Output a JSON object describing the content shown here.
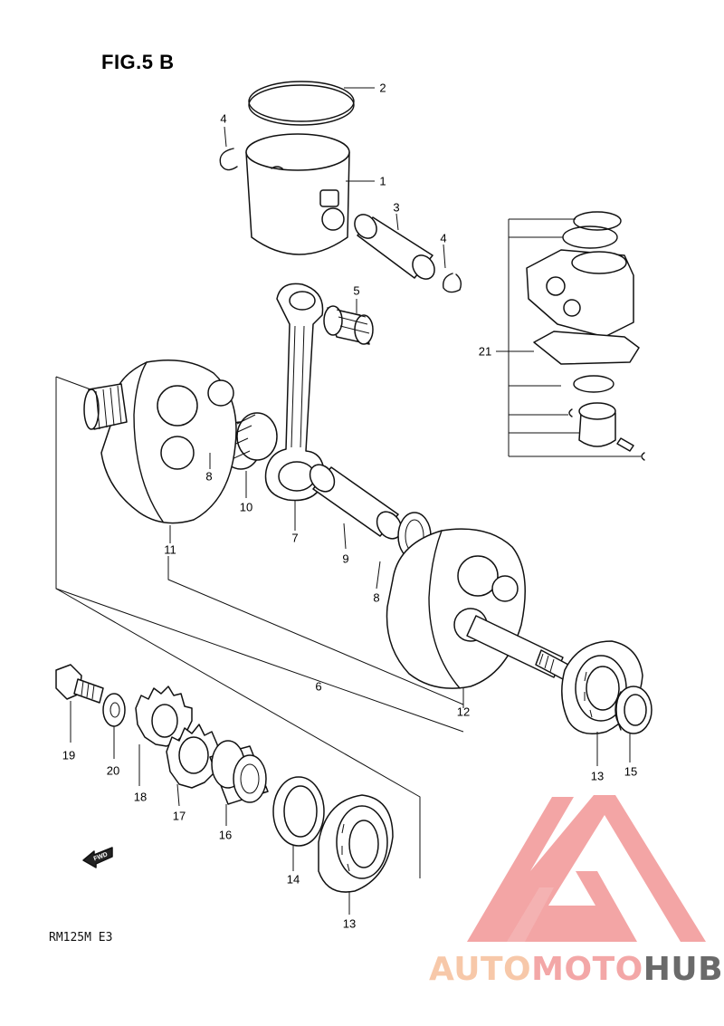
{
  "figure": {
    "title": "FIG.5 B",
    "model": "RM125M E3"
  },
  "callouts": [
    {
      "id": "c2",
      "text": "2"
    },
    {
      "id": "c4a",
      "text": "4"
    },
    {
      "id": "c1",
      "text": "1"
    },
    {
      "id": "c3",
      "text": "3"
    },
    {
      "id": "c4b",
      "text": "4"
    },
    {
      "id": "c5",
      "text": "5"
    },
    {
      "id": "c21",
      "text": "21"
    },
    {
      "id": "c8a",
      "text": "8"
    },
    {
      "id": "c10",
      "text": "10"
    },
    {
      "id": "c7",
      "text": "7"
    },
    {
      "id": "c11",
      "text": "11"
    },
    {
      "id": "c9",
      "text": "9"
    },
    {
      "id": "c8b",
      "text": "8"
    },
    {
      "id": "c6",
      "text": "6"
    },
    {
      "id": "c12",
      "text": "12"
    },
    {
      "id": "c19",
      "text": "19"
    },
    {
      "id": "c20",
      "text": "20"
    },
    {
      "id": "c18",
      "text": "18"
    },
    {
      "id": "c17",
      "text": "17"
    },
    {
      "id": "c16",
      "text": "16"
    },
    {
      "id": "c14",
      "text": "14"
    },
    {
      "id": "c13a",
      "text": "13"
    },
    {
      "id": "c13b",
      "text": "13"
    },
    {
      "id": "c15",
      "text": "15"
    }
  ],
  "fwd_label": "FWD",
  "watermark": {
    "part1": "AUTO",
    "part2": "MOTO",
    "part3": "HUB",
    "color_triangle": "#f08a8a",
    "color_auto": "#f7c8a9",
    "color_moto": "#f3a7a7",
    "color_hub": "#6a6a6a"
  }
}
